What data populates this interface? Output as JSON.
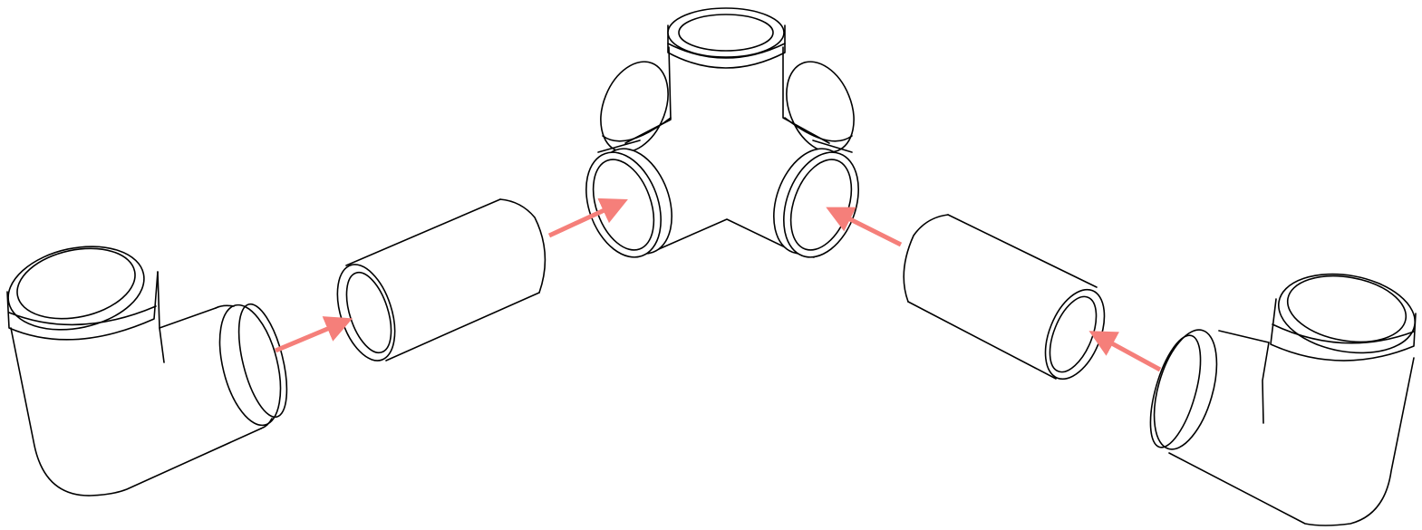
{
  "diagram": {
    "description_visible_text": "",
    "colors": {
      "line": "#000000",
      "arrow": "#f57f7a",
      "background": "#ffffff"
    },
    "parts": [
      {
        "id": "left-elbow",
        "icon": "pvc-elbow-fitting"
      },
      {
        "id": "left-pipe",
        "icon": "pvc-pipe-segment"
      },
      {
        "id": "center-fitting",
        "icon": "pvc-4-way-side-outlet-fitting"
      },
      {
        "id": "right-pipe",
        "icon": "pvc-pipe-segment"
      },
      {
        "id": "right-elbow",
        "icon": "pvc-elbow-fitting"
      }
    ],
    "arrows": [
      {
        "id": "arrow-left-elbow-to-left-pipe",
        "icon": "insert-arrow"
      },
      {
        "id": "arrow-left-pipe-to-fitting",
        "icon": "insert-arrow"
      },
      {
        "id": "arrow-right-pipe-to-fitting",
        "icon": "insert-arrow"
      },
      {
        "id": "arrow-right-elbow-to-right-pipe",
        "icon": "insert-arrow"
      }
    ]
  }
}
